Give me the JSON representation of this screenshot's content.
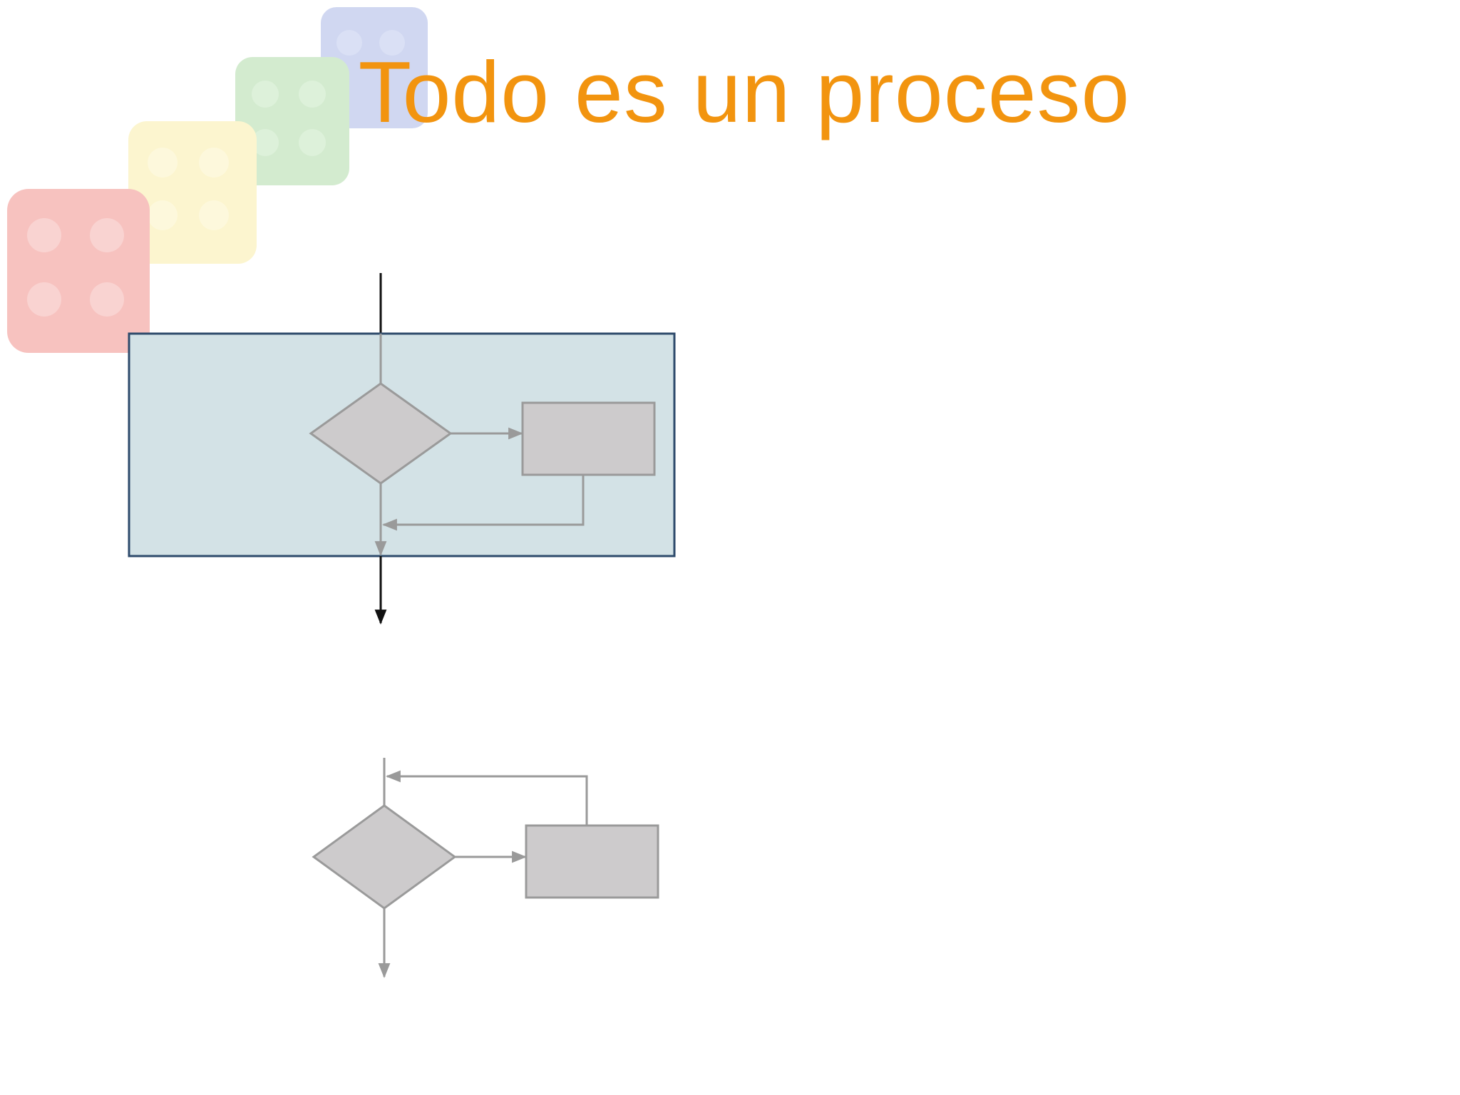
{
  "slide": {
    "title": "Todo es un proceso"
  },
  "colors": {
    "title": "#F2940F",
    "highlight_fill": "#D3E2E6",
    "highlight_border": "#2D4A6B",
    "shape_fill": "#CDCBCC",
    "shape_stroke": "#9A9A9A",
    "connector_gray": "#9A9A9A",
    "connector_dark": "#111111"
  },
  "decoration": {
    "background": "toy-building-blocks",
    "block_colors": [
      "#E8453C",
      "#F7E26B",
      "#79C46E",
      "#6F86D6"
    ]
  },
  "diagrams": [
    {
      "name": "selection-structure",
      "shapes": [
        "decision-diamond",
        "process-box"
      ],
      "highlighted": true
    },
    {
      "name": "loop-structure",
      "shapes": [
        "decision-diamond",
        "process-box"
      ],
      "highlighted": false
    }
  ]
}
